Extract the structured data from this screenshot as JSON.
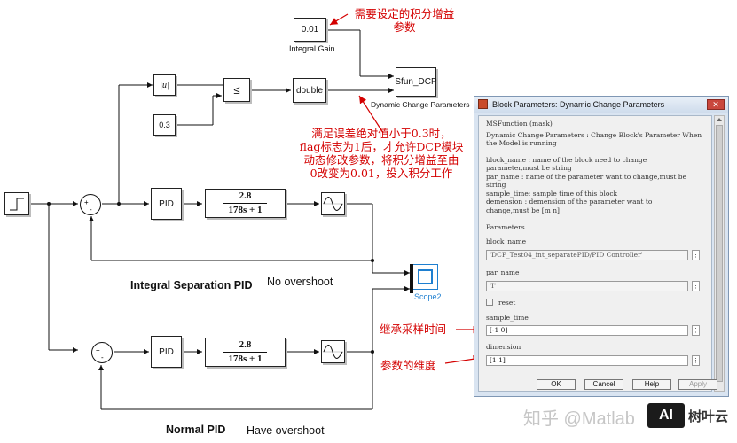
{
  "diagram": {
    "blocks": {
      "integral_gain": "0.01",
      "integral_gain_label": "Integral Gain",
      "abs": "|u|",
      "compare": "≤",
      "threshold": "0.3",
      "double": "double",
      "sfun": "Sfun_DCP",
      "sfun_label": "Dynamic Change Parameters",
      "pid_top": "PID",
      "tf_top_num": "2.8",
      "tf_top_den": "178s + 1",
      "pid_bottom": "PID",
      "tf_bottom_num": "2.8",
      "tf_bottom_den": "178s + 1",
      "scope_label": "Scope2",
      "sum_minus": "-",
      "sum_plus": "+"
    },
    "labels": {
      "integral_separation": "Integral Separation PID",
      "no_overshoot": "No overshoot",
      "normal_pid": "Normal PID",
      "have_overshoot": "Have overshoot"
    },
    "annotations": {
      "gain_note_line1": "需要设定的积分增益",
      "gain_note_line2": "参数",
      "flag_line1": "满足误差绝对值小于0.3时，",
      "flag_line2": "flag标志为1后，才允许DCP模块",
      "flag_line3": "动态修改参数，将积分增益至由",
      "flag_line4": "0改变为0.01，投入积分工作",
      "sample_time_note": "继承采样时间",
      "dimension_note": "参数的维度"
    }
  },
  "dialog": {
    "title": "Block Parameters: Dynamic Change Parameters",
    "close": "✕",
    "group": "MSFunction (mask)",
    "desc1": "Dynamic Change Parameters : Change Block's Parameter When",
    "desc2": "the Model is running",
    "help1": "block_name : name of the block  need to change",
    "help2": "parameter,must be string",
    "help3": "par_name   : name of the parameter want to change,must be",
    "help4": "string",
    "help5": "sample_time: sample time of this block",
    "help6": "demension  : demension of the parameter want to",
    "help7": "change,must be [m n]",
    "parameters_header": "Parameters",
    "block_name_label": "block_name",
    "block_name_value": "'DCP_Test04_int_separatePID/PID Controller'",
    "par_name_label": "par_name",
    "par_name_value": "'I'",
    "reset_label": "reset",
    "sample_time_label": "sample_time",
    "sample_time_value": "[-1 0]",
    "dimension_label": "dimension",
    "dimension_value": "[1 1]",
    "field_menu_glyph": "⋮",
    "ok": "OK",
    "cancel": "Cancel",
    "help": "Help",
    "apply": "Apply"
  },
  "footer": {
    "watermark": "知乎 @Matlab",
    "logo": "AI",
    "brand": "树叶云"
  },
  "colors": {
    "annotation": "#d40000",
    "scope_accent": "#1e7fd0"
  }
}
